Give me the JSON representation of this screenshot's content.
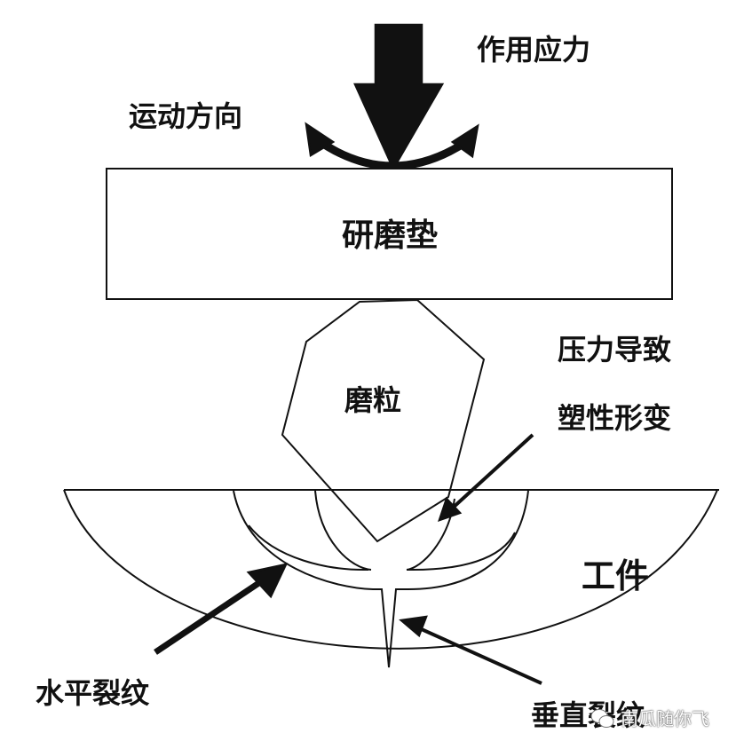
{
  "labels": {
    "applied_stress": "作用应力",
    "motion_direction": "运动方向",
    "polishing_pad": "研磨垫",
    "abrasive_grain": "磨粒",
    "plastic_deformation_line1": "压力导致",
    "plastic_deformation_line2": "塑性形变",
    "workpiece": "工件",
    "horizontal_crack": "水平裂纹",
    "vertical_crack": "垂直裂纹"
  },
  "watermark": {
    "text": "南瓜随你飞",
    "icon": "wechat-icon"
  }
}
